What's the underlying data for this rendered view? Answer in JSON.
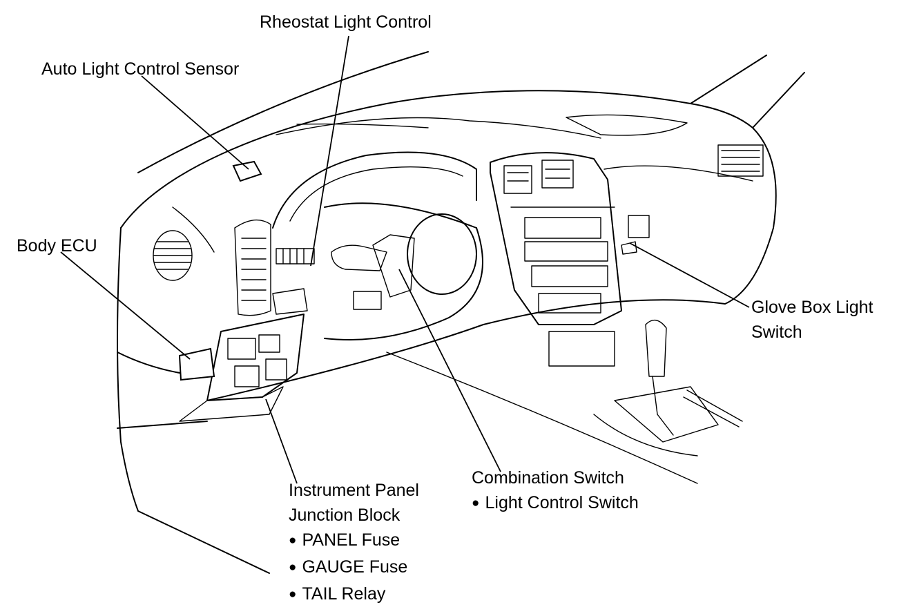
{
  "labels": {
    "rheostat": "Rheostat Light Control",
    "auto_sensor": "Auto Light Control Sensor",
    "body_ecu": "Body ECU",
    "glove_line1": "Glove Box Light",
    "glove_line2": "Switch",
    "combination_title": "Combination Switch",
    "combination_items": [
      "Light Control Switch"
    ],
    "junction_line1": "Instrument Panel",
    "junction_line2": "Junction Block",
    "junction_items": [
      "PANEL Fuse",
      "GAUGE Fuse",
      "TAIL Relay"
    ]
  }
}
